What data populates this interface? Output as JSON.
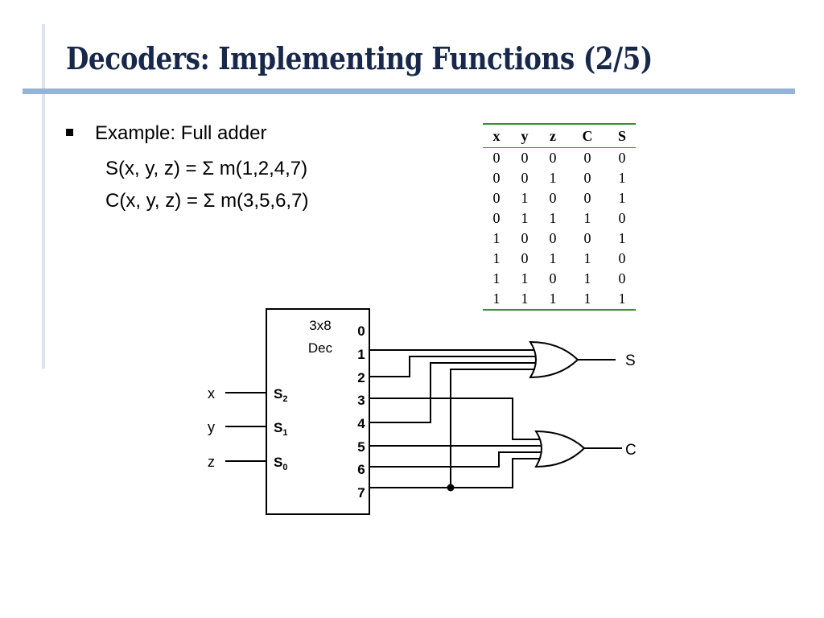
{
  "slide": {
    "title": "Decoders: Implementing Functions (2/5)",
    "bullet": "Example: Full adder",
    "formulas": [
      "S(x, y, z) = Σ m(1,2,4,7)",
      "C(x, y, z) = Σ m(3,5,6,7)"
    ]
  },
  "truth_table": {
    "headers": [
      "x",
      "y",
      "z",
      "C",
      "S"
    ],
    "rows": [
      [
        "0",
        "0",
        "0",
        "0",
        "0"
      ],
      [
        "0",
        "0",
        "1",
        "0",
        "1"
      ],
      [
        "0",
        "1",
        "0",
        "0",
        "1"
      ],
      [
        "0",
        "1",
        "1",
        "1",
        "0"
      ],
      [
        "1",
        "0",
        "0",
        "0",
        "1"
      ],
      [
        "1",
        "0",
        "1",
        "1",
        "0"
      ],
      [
        "1",
        "1",
        "0",
        "1",
        "0"
      ],
      [
        "1",
        "1",
        "1",
        "1",
        "1"
      ]
    ]
  },
  "circuit": {
    "decoder_label_line1": "3x8",
    "decoder_label_line2": "Dec",
    "inputs": [
      {
        "signal": "x",
        "select": "S",
        "sub": "2"
      },
      {
        "signal": "y",
        "select": "S",
        "sub": "1"
      },
      {
        "signal": "z",
        "select": "S",
        "sub": "0"
      }
    ],
    "outputs": [
      "0",
      "1",
      "2",
      "3",
      "4",
      "5",
      "6",
      "7"
    ],
    "gate_outputs": {
      "sum": "S",
      "carry": "C"
    },
    "sum_minterms": [
      1,
      2,
      4,
      7
    ],
    "carry_minterms": [
      3,
      5,
      6,
      7
    ]
  },
  "colors": {
    "title": "#17284a",
    "rule": "#95b3d7",
    "table_rule": "#3a8a3a"
  }
}
